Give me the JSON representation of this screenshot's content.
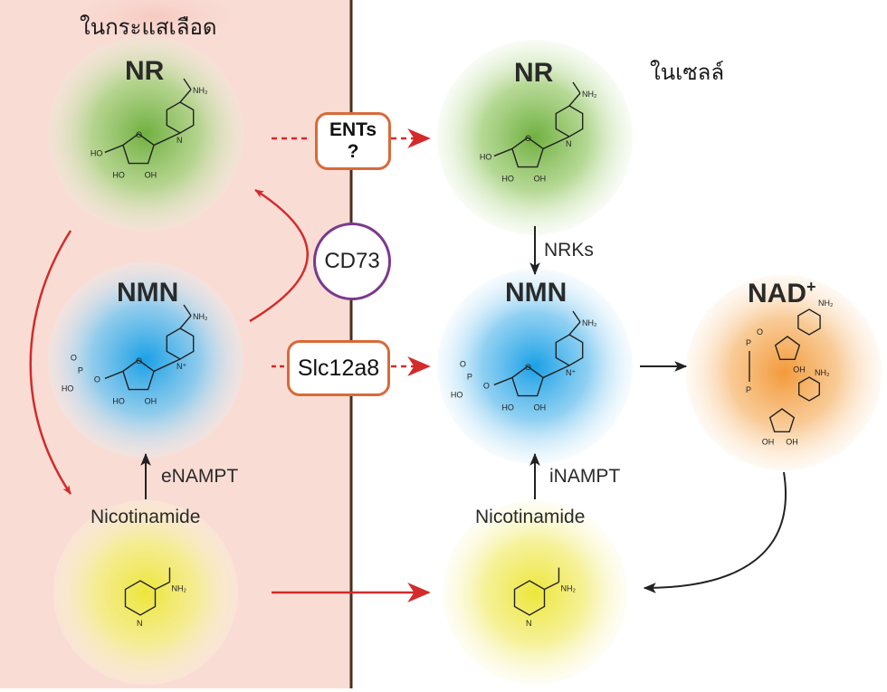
{
  "regions": {
    "blood": "ในกระแสเลือด",
    "cell": "ในเซลล์"
  },
  "molecules": {
    "nr_label": "NR",
    "nmn_label": "NMN",
    "nad_label": "NAD",
    "nad_superscript": "+",
    "nicotinamide_label": "Nicotinamide"
  },
  "transporters": {
    "ents_line1": "ENTs",
    "ents_line2": "?",
    "cd73": "CD73",
    "slc": "Slc12a8"
  },
  "enzymes": {
    "enampt": "eNAMPT",
    "inampt": "iNAMPT",
    "nrks": "NRKs"
  },
  "structure_text": {
    "nh2": "NH₂",
    "ho": "HO",
    "oh": "OH",
    "o": "O",
    "p": "P",
    "n_plus": "N⁺",
    "n": "N"
  },
  "colors": {
    "blood_region": "#f9ddd5",
    "membrane": "#4a2e1e",
    "red_arrow": "#d42a2a",
    "nr_glow": "#6fb040",
    "nmn_glow": "#1aa0e6",
    "nicotinamide_glow": "#ede63a",
    "nad_glow": "#f39a3a",
    "box_border": "#d86a3a",
    "cd73_border": "#7a3a8c"
  }
}
